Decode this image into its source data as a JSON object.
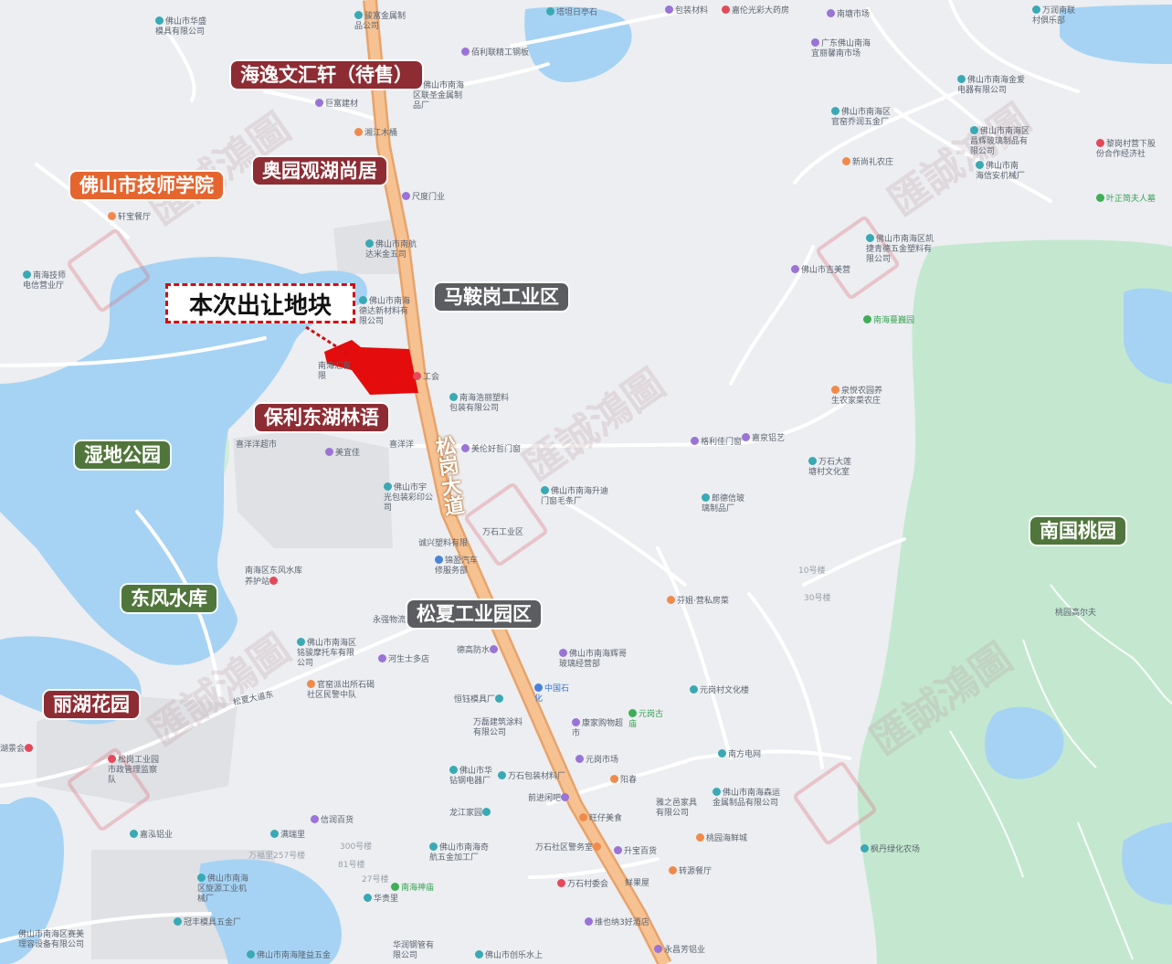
{
  "parcel_label": "本次出让地块",
  "road_name": "松岗大道",
  "watermark": "匯誠鴻圖",
  "colors": {
    "tag_red": "#8e2c33",
    "tag_orange": "#e5652f",
    "tag_green": "#50763b",
    "tag_gray": "#5b5d61",
    "parcel": "#e40c0c",
    "road": "#f3b27a",
    "water": "#a6d3f4",
    "green": "#c3e8cf"
  },
  "tags": [
    {
      "id": "haiyi",
      "label": "海逸文汇轩（待售）",
      "style": "red"
    },
    {
      "id": "aoyuan",
      "label": "奥园观湖尚居",
      "style": "red"
    },
    {
      "id": "jishi",
      "label": "佛山市技师学院",
      "style": "orange"
    },
    {
      "id": "maangang",
      "label": "马鞍岗工业区",
      "style": "gray"
    },
    {
      "id": "baoli",
      "label": "保利东湖林语",
      "style": "red"
    },
    {
      "id": "shidi",
      "label": "湿地公园",
      "style": "green"
    },
    {
      "id": "dongfeng",
      "label": "东风水库",
      "style": "green"
    },
    {
      "id": "songxia",
      "label": "松夏工业园区",
      "style": "gray"
    },
    {
      "id": "lihu",
      "label": "丽湖花园",
      "style": "red"
    },
    {
      "id": "nanguo",
      "label": "南国桃园",
      "style": "green"
    }
  ],
  "pois": [
    {
      "id": "p1",
      "text": "佛山市华盛模具有限公司",
      "icon": "teal"
    },
    {
      "id": "p2",
      "text": "骏富金属制品公司",
      "icon": "teal"
    },
    {
      "id": "p3",
      "text": "塔坦日亭石",
      "icon": "teal"
    },
    {
      "id": "p4",
      "text": "包装材料",
      "icon": "purple"
    },
    {
      "id": "p5",
      "text": "嘉伦光彩大药房",
      "icon": "red"
    },
    {
      "id": "p6",
      "text": "南塘市场",
      "icon": "purple"
    },
    {
      "id": "p7",
      "text": "万润南联村俱乐部",
      "icon": "teal"
    },
    {
      "id": "p8",
      "text": "佰利联精工钢板",
      "icon": "purple"
    },
    {
      "id": "p9",
      "text": "广东佛山南海宜丽馨南市场",
      "icon": "purple"
    },
    {
      "id": "p10",
      "text": "佛山市南海金爱电器有限公司",
      "icon": "teal"
    },
    {
      "id": "p11",
      "text": "佛山市南海区联圣金属制品厂",
      "icon": "teal"
    },
    {
      "id": "p12",
      "text": "巨富建材",
      "icon": "purple"
    },
    {
      "id": "p13",
      "text": "佛山市南海区官窑乔润五金厂",
      "icon": "teal"
    },
    {
      "id": "p14",
      "text": "湘江木桶",
      "icon": "orange"
    },
    {
      "id": "p15",
      "text": "佛山市南海区昌辉玻璃制品有限公司",
      "icon": "teal"
    },
    {
      "id": "p16",
      "text": "新尚礼农庄",
      "icon": "orange"
    },
    {
      "id": "p17",
      "text": "佛山市南海信安机械厂",
      "icon": "teal"
    },
    {
      "id": "p18",
      "text": "黎岗村营下股份合作经济社",
      "icon": "red"
    },
    {
      "id": "p19",
      "text": "叶正简夫人墓",
      "icon": "green"
    },
    {
      "id": "p20",
      "text": "轩宝餐厅",
      "icon": "orange"
    },
    {
      "id": "p21",
      "text": "尺度门业",
      "icon": "purple"
    },
    {
      "id": "p22",
      "text": "佛山市南航达米金五司",
      "icon": "teal"
    },
    {
      "id": "p23",
      "text": "佛山市南海区凯捷青德五金塑料有限公司",
      "icon": "teal"
    },
    {
      "id": "p24",
      "text": "南海技师电信营业厅",
      "icon": "teal"
    },
    {
      "id": "p25",
      "text": "佛山市吉美营",
      "icon": "purple"
    },
    {
      "id": "p26",
      "text": "佛山市南海德达新材料有限公司",
      "icon": "teal"
    },
    {
      "id": "p27",
      "text": "南海蔓巍园",
      "icon": "green"
    },
    {
      "id": "p28",
      "text": "南海汇有限",
      "icon": "teal"
    },
    {
      "id": "p29",
      "text": "工会",
      "icon": "red"
    },
    {
      "id": "p30",
      "text": "南海浩丽塑料包装有限公司",
      "icon": "teal"
    },
    {
      "id": "p31",
      "text": "泉悦农园养生农家菜农庄",
      "icon": "orange"
    },
    {
      "id": "p32",
      "text": "喜洋洋超市",
      "icon": "purple"
    },
    {
      "id": "p33",
      "text": "美宜佳",
      "icon": "purple"
    },
    {
      "id": "p34",
      "text": "喜洋洋",
      "icon": "purple"
    },
    {
      "id": "p35",
      "text": "美伦好哲门窗",
      "icon": "purple"
    },
    {
      "id": "p36",
      "text": "格利佳门窗",
      "icon": "purple"
    },
    {
      "id": "p37",
      "text": "嘉泉铝艺",
      "icon": "purple"
    },
    {
      "id": "p38",
      "text": "万石大莲塘村文化室",
      "icon": "teal"
    },
    {
      "id": "p39",
      "text": "佛山市宇光包装彩印公司",
      "icon": "teal"
    },
    {
      "id": "p40",
      "text": "佛山市南海升迪门窗毛条厂",
      "icon": "teal"
    },
    {
      "id": "p41",
      "text": "郎德信玻璃制品厂",
      "icon": "teal"
    },
    {
      "id": "p42",
      "text": "万石工业区",
      "icon": "teal"
    },
    {
      "id": "p43",
      "text": "诚兴塑料有限",
      "icon": "teal"
    },
    {
      "id": "p44",
      "text": "锦盈汽车修服务部",
      "icon": "blue"
    },
    {
      "id": "p45",
      "text": "南海区东风水库养护站",
      "icon": "red"
    },
    {
      "id": "p46",
      "text": "芬姐·营私房菜",
      "icon": "orange"
    },
    {
      "id": "p47",
      "text": "桃园高尔夫",
      "icon": "green"
    },
    {
      "id": "p48",
      "text": "永强物流",
      "icon": "teal"
    },
    {
      "id": "p49",
      "text": "佛山市南海区铭骏摩托车有限公司",
      "icon": "teal"
    },
    {
      "id": "p50",
      "text": "德高防水",
      "icon": "purple"
    },
    {
      "id": "p51",
      "text": "佛山市南海辉哥玻璃经营部",
      "icon": "purple"
    },
    {
      "id": "p52",
      "text": "河生士多店",
      "icon": "purple"
    },
    {
      "id": "p53",
      "text": "官窑派出所石碣社区民警中队",
      "icon": "orange"
    },
    {
      "id": "p54",
      "text": "恒钰模具厂",
      "icon": "teal"
    },
    {
      "id": "p55",
      "text": "中国石化",
      "icon": "blue"
    },
    {
      "id": "p56",
      "text": "元岗村文化楼",
      "icon": "teal"
    },
    {
      "id": "p57",
      "text": "万磊建筑涂料有限公司",
      "icon": "teal"
    },
    {
      "id": "p58",
      "text": "康家购物超市",
      "icon": "purple"
    },
    {
      "id": "p59",
      "text": "元岗古庙",
      "icon": "green"
    },
    {
      "id": "p60",
      "text": "松岗工业园市政管理监察队",
      "icon": "red"
    },
    {
      "id": "p61",
      "text": "元岗市场",
      "icon": "purple"
    },
    {
      "id": "p62",
      "text": "南方电网",
      "icon": "teal"
    },
    {
      "id": "p63",
      "text": "佛山市华钻钢电器厂",
      "icon": "teal"
    },
    {
      "id": "p64",
      "text": "万石包装材料厂",
      "icon": "teal"
    },
    {
      "id": "p65",
      "text": "阳春",
      "icon": "orange"
    },
    {
      "id": "p66",
      "text": "佛山市南海森运金属制品有限公司",
      "icon": "teal"
    },
    {
      "id": "p67",
      "text": "前进闲吧",
      "icon": "purple"
    },
    {
      "id": "p68",
      "text": "雅之邑家具有限公司",
      "icon": "teal"
    },
    {
      "id": "p69",
      "text": "旺仔美食",
      "icon": "orange"
    },
    {
      "id": "p70",
      "text": "桃园海鲜城",
      "icon": "orange"
    },
    {
      "id": "p71",
      "text": "信润百货",
      "icon": "purple"
    },
    {
      "id": "p72",
      "text": "龙江家园",
      "icon": "teal"
    },
    {
      "id": "p73",
      "text": "嘉泓铝业",
      "icon": "teal"
    },
    {
      "id": "p74",
      "text": "满瑞里",
      "icon": "teal"
    },
    {
      "id": "p75",
      "text": "佛山市南海奇航五金加工厂",
      "icon": "teal"
    },
    {
      "id": "p76",
      "text": "万石社区警务室",
      "icon": "orange"
    },
    {
      "id": "p77",
      "text": "升宝百货",
      "icon": "purple"
    },
    {
      "id": "p78",
      "text": "枫丹绿化农场",
      "icon": "teal"
    },
    {
      "id": "p79",
      "text": "佛山市南海区旋源工业机械厂",
      "icon": "teal"
    },
    {
      "id": "p80",
      "text": "转源餐厅",
      "icon": "orange"
    },
    {
      "id": "p81",
      "text": "南海神庙",
      "icon": "green"
    },
    {
      "id": "p82",
      "text": "万石村委会",
      "icon": "red"
    },
    {
      "id": "p83",
      "text": "鲜果屋",
      "icon": "purple"
    },
    {
      "id": "p84",
      "text": "华贵里",
      "icon": "teal"
    },
    {
      "id": "p85",
      "text": "冠丰模具五金厂",
      "icon": "teal"
    },
    {
      "id": "p86",
      "text": "佛山市南海区赛美理容设备有限公司",
      "icon": "teal"
    },
    {
      "id": "p87",
      "text": "维也纳3好酒店",
      "icon": "purple"
    },
    {
      "id": "p88",
      "text": "永昌芳铝业",
      "icon": "purple"
    },
    {
      "id": "p89",
      "text": "佛山市南海隆益五金",
      "icon": "teal"
    },
    {
      "id": "p90",
      "text": "华润钢管有限公司",
      "icon": "teal"
    },
    {
      "id": "p91",
      "text": "佛山市创乐水上",
      "icon": "teal"
    },
    {
      "id": "p92",
      "text": "湖景会",
      "icon": "red"
    }
  ],
  "street_labels": [
    "松夏大道东",
    "万福里257号楼",
    "81号楼",
    "300号楼",
    "27号楼",
    "10号楼",
    "30号楼"
  ]
}
